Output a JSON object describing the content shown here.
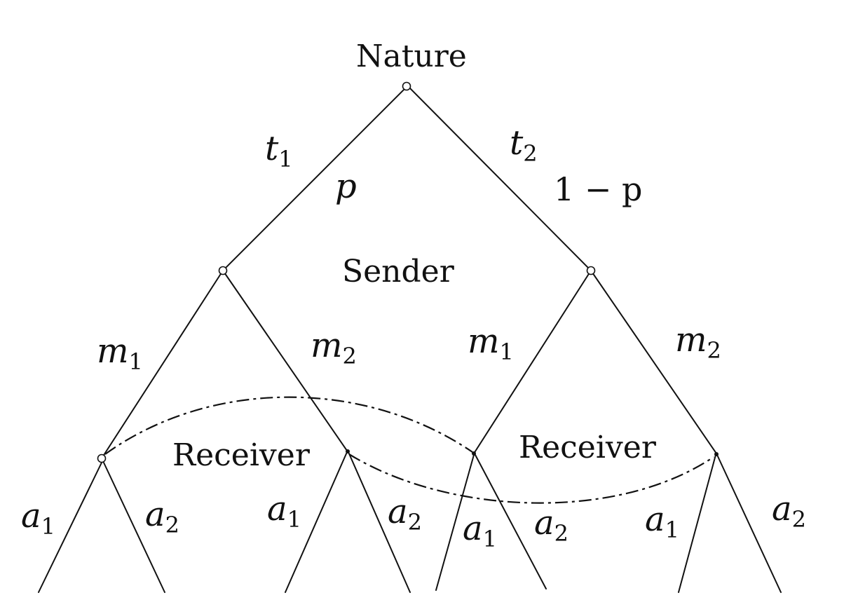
{
  "players": {
    "nature": "Nature",
    "sender": "Sender",
    "receiver_left": "Receiver",
    "receiver_right": "Receiver"
  },
  "types": {
    "t1": {
      "base": "t",
      "sub": "1"
    },
    "t2": {
      "base": "t",
      "sub": "2"
    }
  },
  "probabilities": {
    "left": "p",
    "right": "1 − p"
  },
  "messages": {
    "left_m1": {
      "base": "m",
      "sub": "1"
    },
    "left_m2": {
      "base": "m",
      "sub": "2"
    },
    "right_m1": {
      "base": "m",
      "sub": "1"
    },
    "right_m2": {
      "base": "m",
      "sub": "2"
    }
  },
  "actions": {
    "r1_a1": {
      "base": "a",
      "sub": "1"
    },
    "r1_a2": {
      "base": "a",
      "sub": "2"
    },
    "r2_a1": {
      "base": "a",
      "sub": "1"
    },
    "r2_a2": {
      "base": "a",
      "sub": "2"
    },
    "r3_a1": {
      "base": "a",
      "sub": "1"
    },
    "r3_a2": {
      "base": "a",
      "sub": "2"
    },
    "r4_a1": {
      "base": "a",
      "sub": "1"
    },
    "r4_a2": {
      "base": "a",
      "sub": "2"
    }
  }
}
